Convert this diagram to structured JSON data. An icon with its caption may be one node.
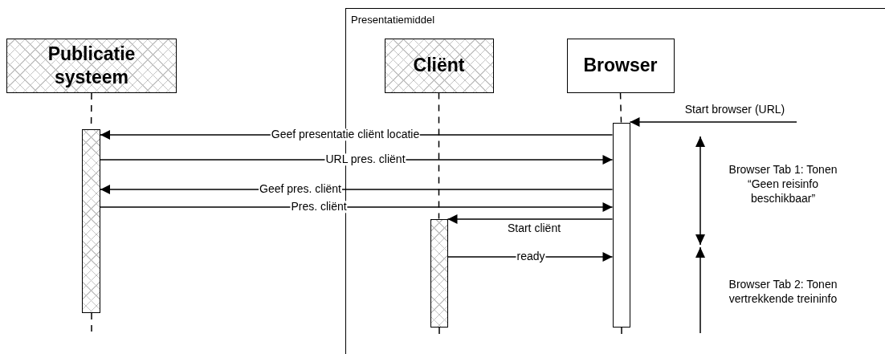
{
  "diagram": {
    "nodes": [
      {
        "text": [
          "Presentatiemiddel"
        ]
      },
      {
        "text": [
          "Publicatie systeem"
        ]
      },
      {
        "text": [
          "Cliënt"
        ],
        "in": 0
      },
      {
        "text": [
          "Browser"
        ],
        "in": 0
      },
      {
        "text": [],
        "shape": "bar"
      },
      {
        "text": [],
        "shape": "bar",
        "in": 0
      },
      {
        "text": [],
        "shape": "bar",
        "in": 0
      }
    ],
    "edges": [
      {
        "from": 1,
        "to": 4,
        "arrow": "none",
        "style": "dashed"
      },
      {
        "from": 2,
        "to": 5,
        "arrow": "none",
        "style": "dashed"
      },
      {
        "from": 3,
        "to": 6,
        "arrow": "none",
        "style": "dashed"
      },
      {
        "from": null,
        "to": 6,
        "arrow": "to",
        "label": "Start browser (URL)"
      },
      {
        "from": 6,
        "to": 4,
        "arrow": "to",
        "label": "Geef presentatie cliënt locatie"
      },
      {
        "from": 4,
        "to": 6,
        "arrow": "to",
        "label": "URL pres. cliënt"
      },
      {
        "from": 6,
        "to": 4,
        "arrow": "to",
        "label": "Geef pres. cliënt"
      },
      {
        "from": 4,
        "to": 6,
        "arrow": "to",
        "label": "Pres. cliënt"
      },
      {
        "from": 6,
        "to": 5,
        "arrow": "to",
        "label": "Start cliënt"
      },
      {
        "from": 5,
        "to": 6,
        "arrow": "to",
        "label": "ready"
      }
    ],
    "labels": [
      "Browser Tab 1: Tonen “Geen reisinfo beschikbaar”",
      "Browser Tab 2: Tonen vertrekkende treininfo"
    ]
  }
}
